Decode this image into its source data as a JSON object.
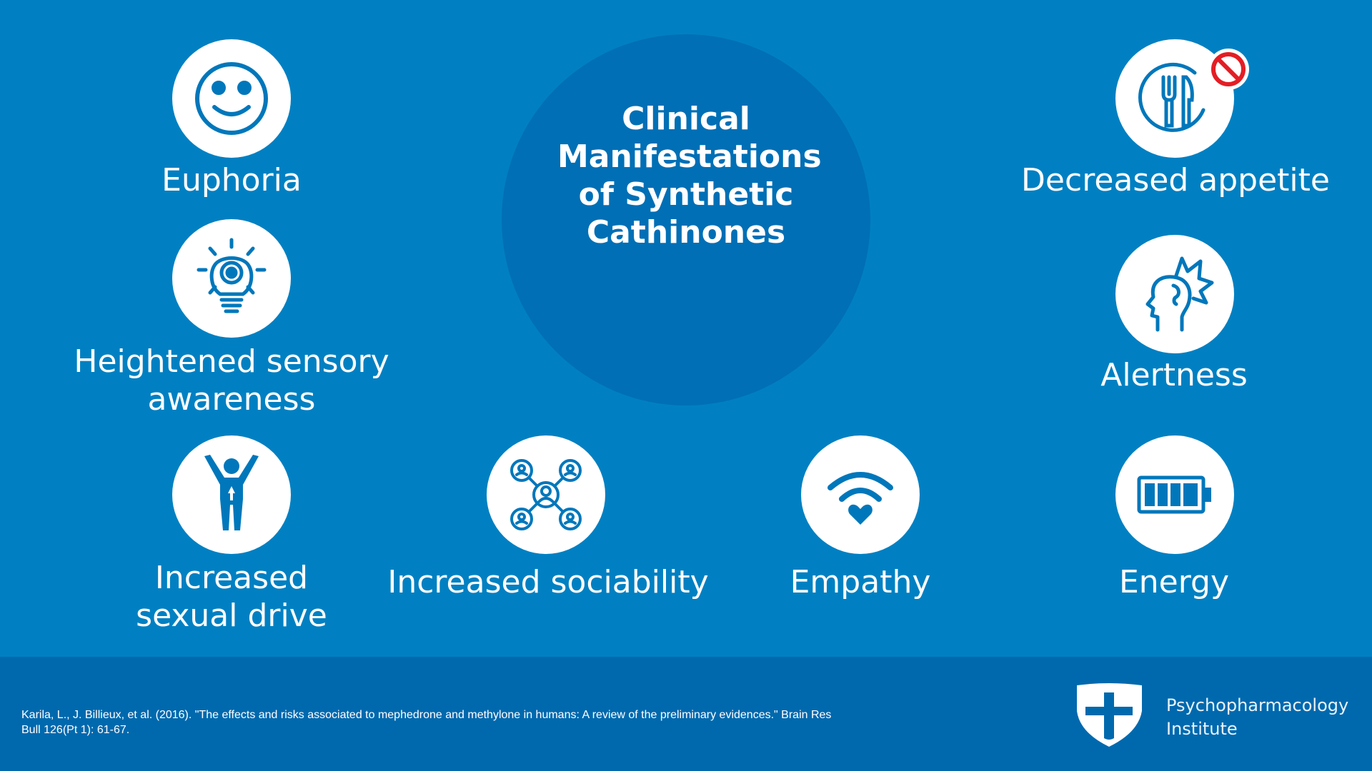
{
  "slide": {
    "title": "Clinical Manifestations of Synthetic Cathinones",
    "items": [
      {
        "label": "Euphoria",
        "icon": "smiley-face-icon"
      },
      {
        "label": "Heightened sensory awareness",
        "icon": "light-bulb-eye-icon"
      },
      {
        "label": "Increased sexual drive",
        "icon": "person-arms-up-icon"
      },
      {
        "label": "Increased sociability",
        "icon": "social-network-icon"
      },
      {
        "label": "Empathy",
        "icon": "wifi-heart-icon"
      },
      {
        "label": "Decreased appetite",
        "icon": "fork-knife-prohibited-icon"
      },
      {
        "label": "Alertness",
        "icon": "alert-head-icon"
      },
      {
        "label": "Energy",
        "icon": "full-battery-icon"
      }
    ]
  },
  "footer": {
    "citation": "Karila, L., J. Billieux, et al. (2016). \"The effects and risks associated to mephedrone and methylone in humans: A review of the preliminary evidences.\" Brain Res Bull 126(Pt 1): 61-67.",
    "brand_line1": "Psychopharmacology",
    "brand_line2": "Institute"
  },
  "colors": {
    "background": "#0080c2",
    "center_circle": "#006fb5",
    "footer": "#0069ae",
    "icon_stroke": "#0077bb",
    "prohibit_red": "#e31e24"
  }
}
